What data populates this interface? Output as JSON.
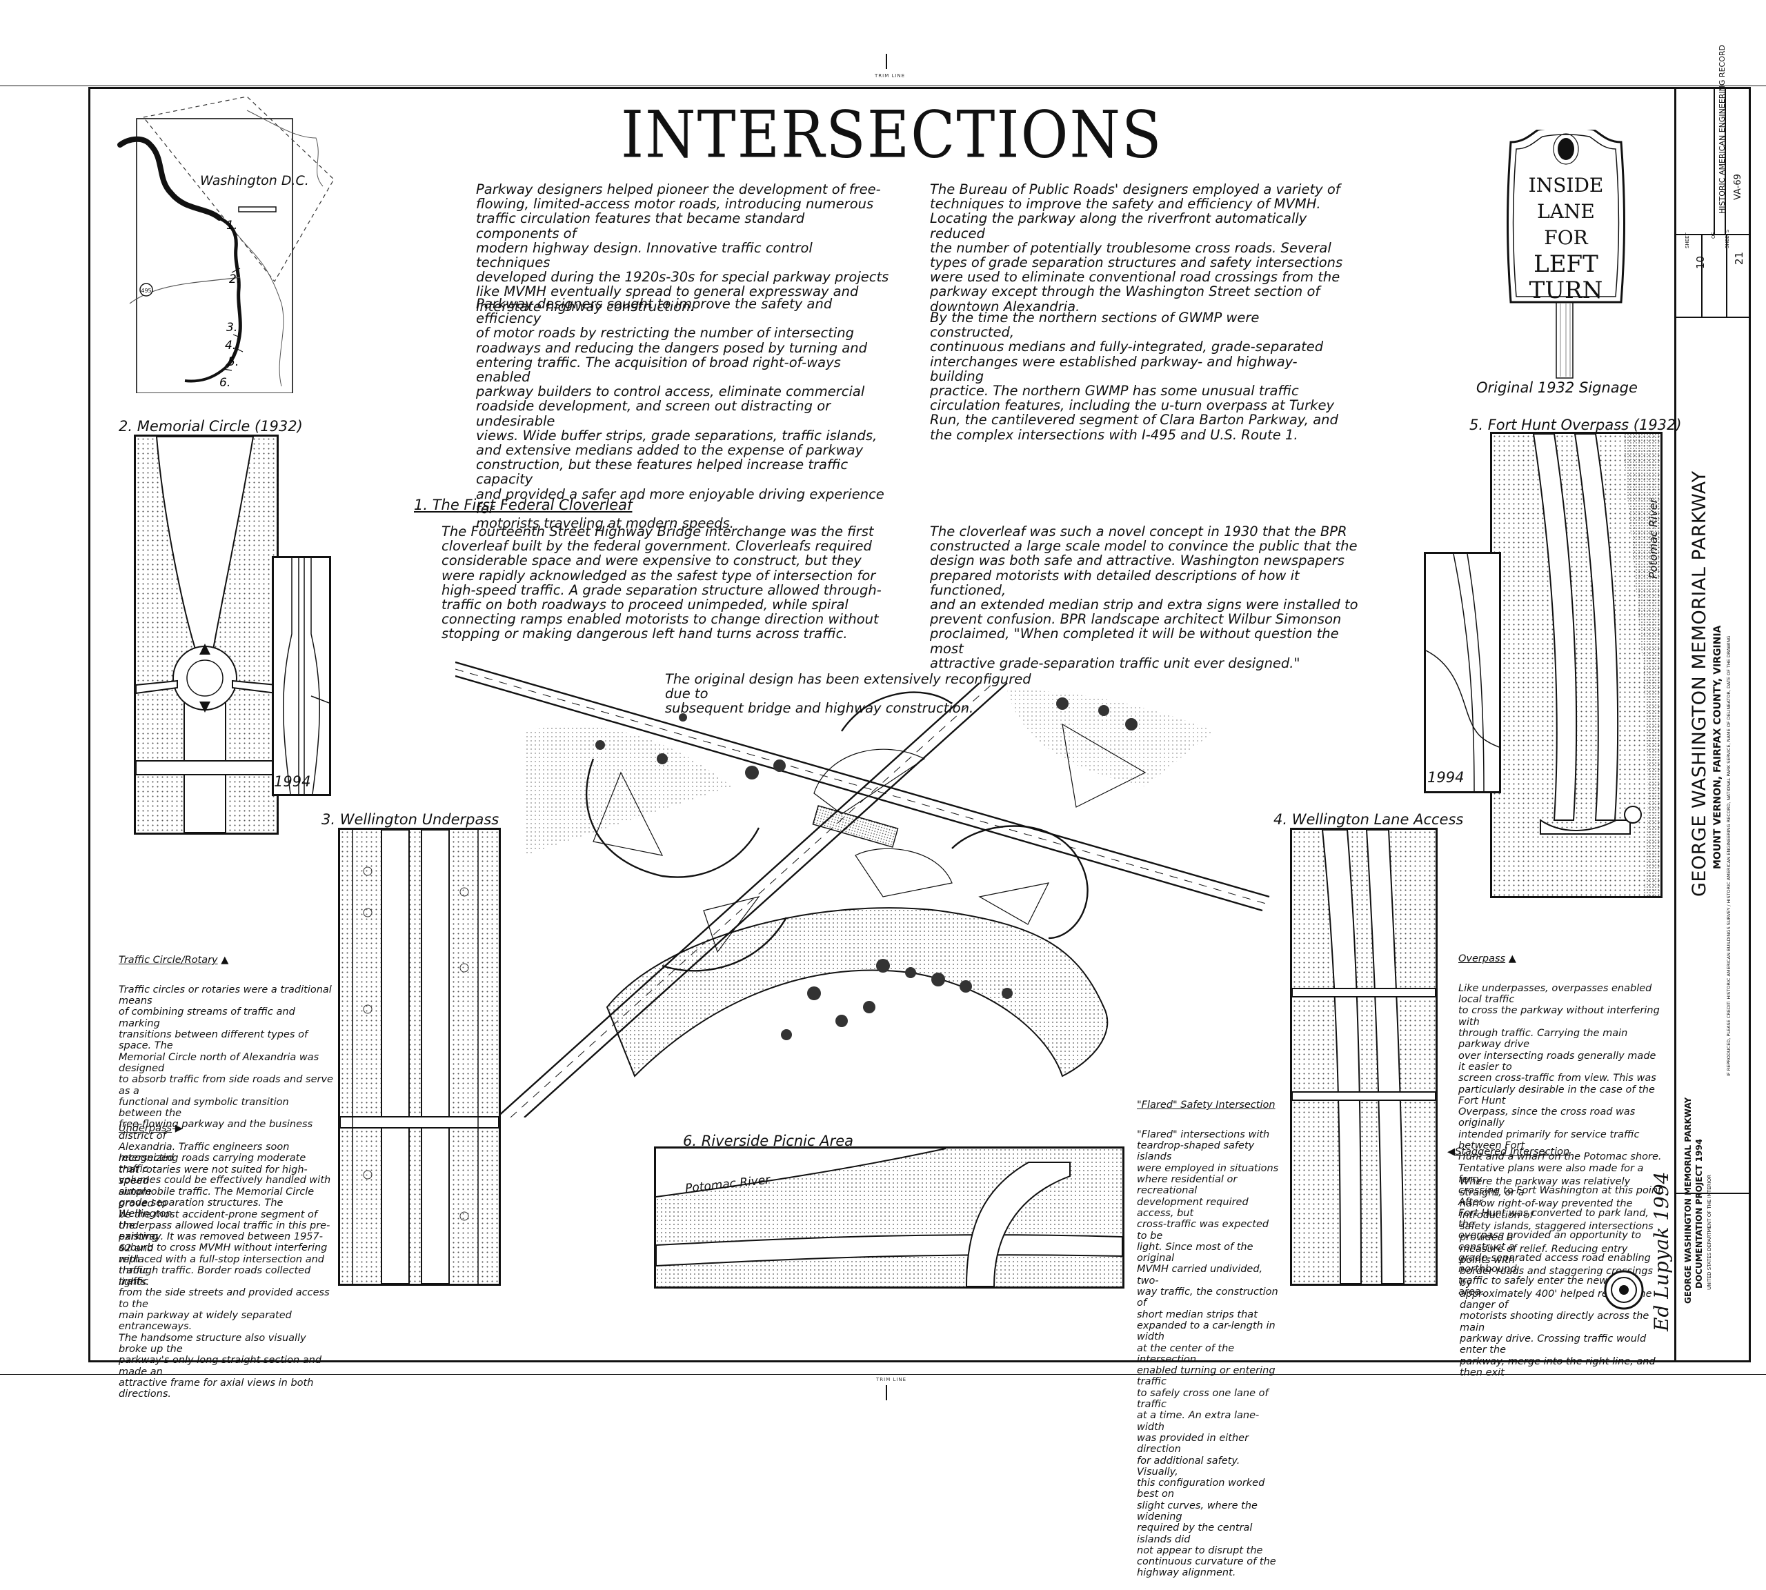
{
  "trim": {
    "top": "TRIM LINE",
    "bottom": "TRIM LINE"
  },
  "title": "INTERSECTIONS",
  "intro": {
    "p1": "Parkway designers helped pioneer the development of free-\nflowing, limited-access motor roads, introducing numerous\ntraffic circulation features that became standard components of\nmodern highway design.  Innovative traffic control techniques\ndeveloped during the 1920s-30s for special parkway projects\nlike MVMH eventually spread to general expressway and\ninterstate highway construction.",
    "p2": "Parkway designers sought to improve the safety and efficiency\nof motor roads by restricting the number of intersecting\nroadways and reducing the dangers posed by turning and\nentering traffic.  The acquisition of broad right-of-ways enabled\nparkway builders to control access, eliminate commercial\nroadside development, and screen out distracting or undesirable\nviews.  Wide buffer strips, grade separations, traffic islands,\nand extensive medians added to the expense of parkway\nconstruction, but these features helped increase traffic capacity\nand provided a safer and more enjoyable driving experience for\nmotorists traveling at modern speeds.",
    "p3": "The Bureau of Public Roads' designers employed a variety of\ntechniques to improve the safety and efficiency of MVMH.\nLocating the parkway along the riverfront automatically reduced\nthe number of potentially troublesome cross roads.  Several\ntypes of grade separation structures and safety intersections\nwere used to eliminate conventional road crossings from the\nparkway except through the Washington Street section of\ndowntown Alexandria.",
    "p4": "By the time the northern sections of GWMP were constructed,\ncontinuous medians and fully-integrated, grade-separated\ninterchanges were established parkway- and highway-building\npractice.  The northern GWMP has some unusual traffic\ncirculation features, including the u-turn overpass at Turkey\nRun, the cantilevered segment of Clara Barton Parkway, and\nthe complex intersections with I-495 and U.S. Route 1."
  },
  "cloverleaf": {
    "heading": "1. The First Federal Cloverleaf",
    "p1": "The Fourteenth Street Highway Bridge interchange was the first\ncloverleaf built by the federal government.  Cloverleafs required\nconsiderable space and were expensive to construct, but they\nwere rapidly acknowledged as the safest type of intersection for\nhigh-speed traffic.  A grade separation structure allowed through-\ntraffic on both roadways to proceed unimpeded, while spiral\nconnecting ramps enabled motorists to change direction without\nstopping or making dangerous left hand turns across traffic.",
    "p2": "The cloverleaf was such a novel concept in 1930 that the BPR\nconstructed a large scale model to convince the public that the\ndesign was both safe and attractive.  Washington newspapers\nprepared motorists with detailed descriptions of how it functioned,\nand an extended median strip and extra signs were installed to\nprevent confusion.  BPR landscape architect Wilbur Simonson\nproclaimed, \"When completed  it will be without question the most\nattractive grade-separation traffic unit ever designed.\"",
    "note": "The original design has been extensively reconfigured due to\nsubsequent bridge and highway construction."
  },
  "map": {
    "city": "Washington D.C.",
    "shield": "495",
    "markers": [
      "1.",
      "2.",
      "3.",
      "4.",
      "5.",
      "6."
    ]
  },
  "sign": {
    "line1": "INSIDE LANE",
    "line2": "FOR",
    "line3": "LEFT TURN",
    "caption": "Original 1932 Signage"
  },
  "panels": {
    "memorial": {
      "label": "2. Memorial Circle (1932)",
      "inset": "1994"
    },
    "wellington_under": {
      "label": "3. Wellington Underpass"
    },
    "wellington_lane": {
      "label": "4. Wellington Lane Access"
    },
    "fort_hunt": {
      "label": "5. Fort Hunt Overpass (1932)",
      "inset": "1994",
      "river": "Potomac River"
    },
    "riverside": {
      "label": "6. Riverside Picnic Area",
      "river": "Potomac River"
    }
  },
  "notes": {
    "traffic_circle": {
      "heading": "Traffic Circle/Rotary",
      "text": "Traffic circles or rotaries were a traditional means\nof combining streams of traffic and marking\ntransitions between different types of space.  The\nMemorial Circle north of Alexandria was designed\nto absorb traffic from side roads and serve as a\nfunctional and symbolic transition between the\nfree-flowing parkway and the business district of\nAlexandria.  Traffic engineers soon recognized\nthat rotaries were not suited for high-speed\nautomobile traffic.  The Memorial Circle proved to\nbe the most accident-prone segment of the\nparkway.  It was removed between 1957-62 and\nreplaced with a full-stop intersection and traffic\nlights."
    },
    "underpass": {
      "heading": "Underpass",
      "text": "Intersecting roads carrying moderate traffic\nvolumes could be effectively handled with simple\ngrade separation structures.  The Wellington\nUnderpass allowed local traffic in this pre-existing\nsuburb to cross MVMH without interfering with\nthrough traffic.  Border roads collected traffic\nfrom the side streets and provided access to the\nmain parkway at widely separated entranceways.\nThe handsome structure also visually broke up the\nparkway's only long straight section and made an\nattractive frame for axial views in both directions."
    },
    "flared": {
      "heading": "\"Flared\" Safety Intersection",
      "text": "\"Flared\" intersections with\nteardrop-shaped safety islands\nwere employed in situations\nwhere residential or recreational\ndevelopment required access, but\ncross-traffic was expected to be\nlight.  Since most of the original\nMVMH carried undivided, two-\nway traffic, the construction of\nshort median strips that\nexpanded to a car-length in width\nat the center of the intersection\nenabled turning or entering traffic\nto safely cross one lane of traffic\nat a time.  An extra lane-width\nwas provided in either direction\nfor additional safety.  Visually,\nthis configuration worked best on\nslight curves, where the widening\nrequired by the central islands did\nnot appear to disrupt the\ncontinuous curvature of the\nhighway alignment."
    },
    "overpass": {
      "heading": "Overpass",
      "text": "Like underpasses, overpasses enabled local traffic\nto cross the parkway without interfering with\nthrough traffic.  Carrying the main parkway drive\nover intersecting roads generally made it easier to\nscreen cross-traffic from view.  This was\nparticularly desirable in the case of the Fort Hunt\nOverpass, since the cross road was originally\nintended primarily for service traffic between Fort\nHunt and a wharf on the Potomac shore.\nTentative plans were also made for a ferry\ncrossing to Fort Washington at this point.  After\nFort Hunt was converted to park land, the\noverpass provided an opportunity to construct a\ngrade-separated access road enabling northbound\ntraffic to safely enter the new picnic area."
    },
    "staggered": {
      "heading": "Staggered Intersection",
      "text": "Where the parkway was relatively straight, or a\nnarrow right-of-way prevented the introduction of\nsafety islands, staggered intersections provided a\nmeasure of relief.  Reducing entry points with\nborder roads and staggering crossings by\napproximately 400' helped reduce the danger of\nmotorists shooting directly across the main\nparkway drive.  Crossing traffic would enter the\nparkway, merge into the right line, and then exit"
    }
  },
  "signature": "Ed Lupyak 1994",
  "titleblock": {
    "haer": "HISTORIC AMERICAN ENGINEERING RECORD",
    "number": "VA-69",
    "sheet": "10",
    "of": "21",
    "sheet_label": "SHEET",
    "of_label": "OF",
    "sheets_label": "SHEETS",
    "name": "GEORGE WASHINGTON MEMORIAL PARKWAY",
    "location": "MOUNT VERNON, FAIRFAX COUNTY, VIRGINIA",
    "credit": "IF REPRODUCED, PLEASE CREDIT: HISTORIC AMERICAN BUILDINGS SURVEY / HISTORIC AMERICAN ENGINEERING RECORD, NATIONAL PARK SERVICE, NAME OF DELINEATOR, DATE OF THE DRAWING",
    "project1": "GEORGE WASHINGTON MEMORIAL PARKWAY",
    "project2": "DOCUMENTATION PROJECT 1994",
    "dept": "UNITED STATES DEPARTMENT OF THE INTERIOR"
  }
}
